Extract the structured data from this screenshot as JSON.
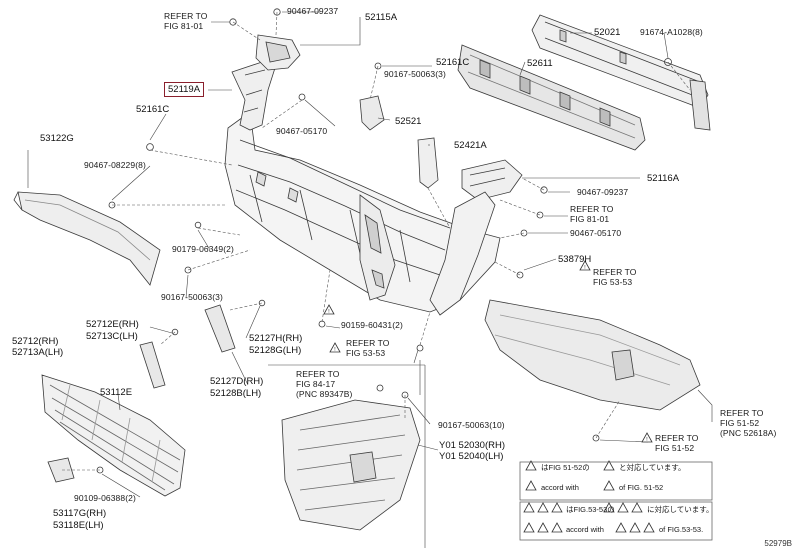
{
  "diagram_id": "52979B",
  "highlighted_part": "52119A",
  "labels": {
    "refer_81_01_top": "REFER TO",
    "refer_81_01_top_fig": "FIG 81-01",
    "p90467_09237_top": "90467-09237",
    "p52115A": "52115A",
    "p52021": "52021",
    "p91674_A1028": "91674-A1028(8)",
    "p52161C_mid": "52161C",
    "p90167_50063_3_top": "90167-50063(3)",
    "p52611": "52611",
    "p52161C_left": "52161C",
    "p90467_05170_top": "90467-05170",
    "p52521": "52521",
    "p53122G": "53122G",
    "p90467_08229": "90467-08229(8)",
    "p52421A": "52421A",
    "p90467_09237_right": "90467-09237",
    "p52116A": "52116A",
    "refer_81_01_right": "REFER TO",
    "refer_81_01_right_fig": "FIG 81-01",
    "p90467_05170_right": "90467-05170",
    "p90179_06349": "90179-06349(2)",
    "p53879H": "53879H",
    "refer_53_53_right": "REFER TO",
    "refer_53_53_right_fig": "FIG 53-53",
    "p90167_50063_3_left": "90167-50063(3)",
    "p90159_60431": "90159-60431(2)",
    "p52712E": "52712E(RH)",
    "p52713C": "52713C(LH)",
    "p52712RH": "52712(RH)",
    "p52713LH": "52713A(LH)",
    "p52127H": "52127H(RH)",
    "p52128G": "52128G(LH)",
    "refer_53_53_mid": "REFER TO",
    "refer_53_53_mid_fig": "FIG 53-53",
    "p52127D": "52127D(RH)",
    "p52128B": "52128B(LH)",
    "refer_84_17": "REFER TO",
    "refer_84_17_fig": "FIG 84-17",
    "refer_84_17_pnc": "(PNC 89347B)",
    "p53112E": "53112E",
    "p90167_50063_10": "90167-50063(10)",
    "refer_51_52_right": "REFER TO",
    "refer_51_52_right_fig": "FIG 51-52",
    "refer_51_52_right_pnc": "(PNC 52618A)",
    "refer_51_52_bottom": "REFER TO",
    "refer_51_52_bottom_fig": "FIG 51-52",
    "p52030": "Y01 52030(RH)",
    "p52040": "Y01 52040(LH)",
    "p90109_06388": "90109-06388(2)",
    "p53117G": "53117G(RH)",
    "p53118E": "53118E(LH)"
  },
  "notes": {
    "note1_jp": "はFIG 51-52の",
    "note1_jp2": "と対応しています。",
    "note1_en": "accord with",
    "note1_en2": "of FIG. 51-52",
    "note2_jp": "はFIG.53-53の",
    "note2_jp2": "に対応しています。",
    "note2_en": "accord with",
    "note2_en2": "of FIG.53-53."
  },
  "colors": {
    "line": "#3a3a3a",
    "highlight": "#8a1f2c",
    "part_fill": "#f2f2f2",
    "shade": "#bdbdbd"
  }
}
